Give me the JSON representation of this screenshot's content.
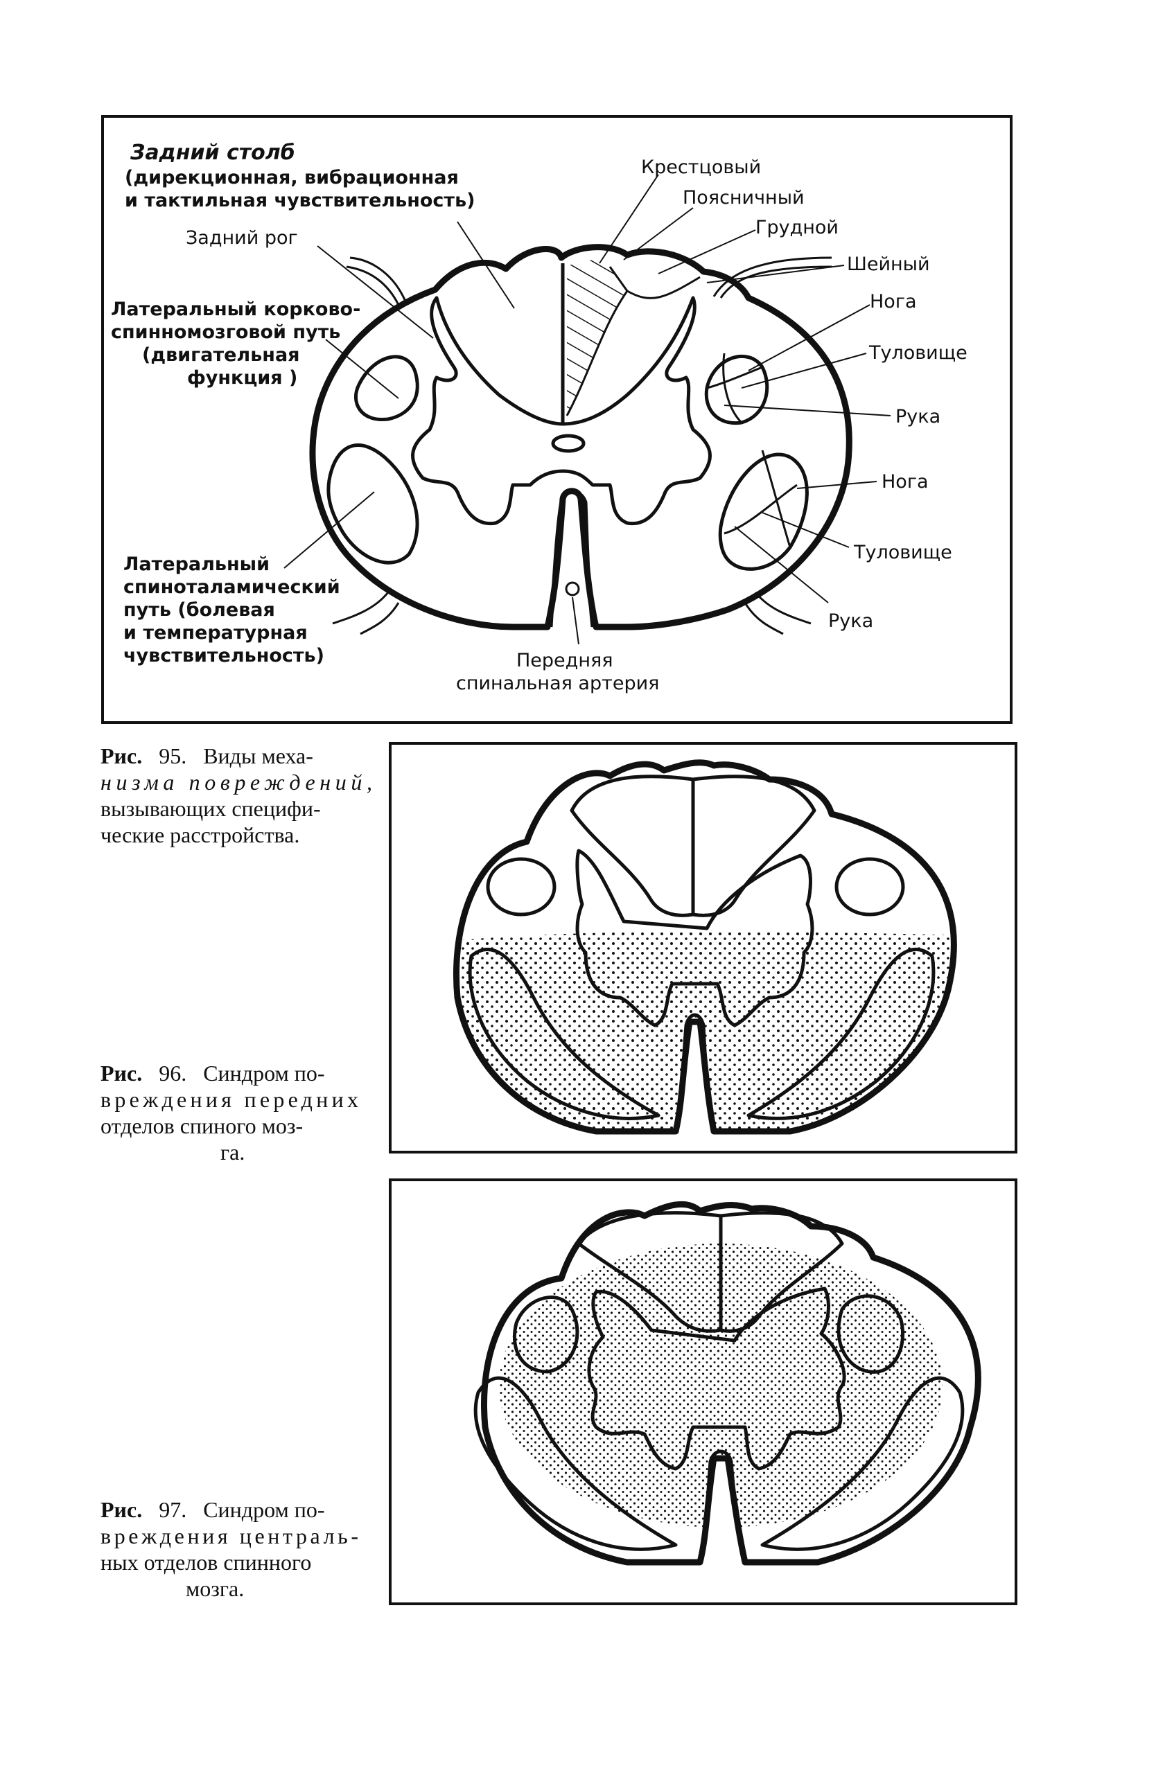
{
  "figure95": {
    "labels": {
      "posterior_column_title": "Задний столб",
      "posterior_column_desc1": "(дирекционная, вибрационная",
      "posterior_column_desc2": "и тактильная чувствительность)",
      "posterior_horn": "Задний рог",
      "corticospinal_1": "Латеральный корково-",
      "corticospinal_2": "спинномозговой путь",
      "corticospinal_3": "(двигательная",
      "corticospinal_4": "функция )",
      "spinothalamic_1": "Латеральный",
      "spinothalamic_2": "спиноталамический",
      "spinothalamic_3": "путь (болевая",
      "spinothalamic_4": "и температурная",
      "spinothalamic_5": "чувствительность)",
      "sacral": "Крестцовый",
      "lumbar": "Поясничный",
      "thoracic": "Грудной",
      "cervical": "Шейный",
      "leg_upper": "Нога",
      "trunk_upper": "Туловище",
      "arm_upper": "Рука",
      "leg_lower": "Нога",
      "trunk_lower": "Туловище",
      "arm_lower": "Рука",
      "artery_1": "Передняя",
      "artery_2": "спинальная артерия"
    },
    "caption": {
      "fig": "Рис.",
      "num": "95.",
      "line1_rest": "Виды меха-",
      "line2_italic": "низма повреждений,",
      "line3": "вызывающих специфи-",
      "line4": "ческие расстройства."
    }
  },
  "figure96": {
    "caption": {
      "fig": "Рис.",
      "num": "96.",
      "line1_rest": "Синдром по-",
      "line2": "вреждения передних",
      "line3": "отделов спиного моз-",
      "line4": "га."
    }
  },
  "figure97": {
    "caption": {
      "fig": "Рис.",
      "num": "97.",
      "line1_rest": "Синдром по-",
      "line2": "вреждения централь-",
      "line3": "ных отделов спинного",
      "line4": "мозга."
    }
  },
  "colors": {
    "ink": "#111111",
    "paper": "#ffffff"
  }
}
